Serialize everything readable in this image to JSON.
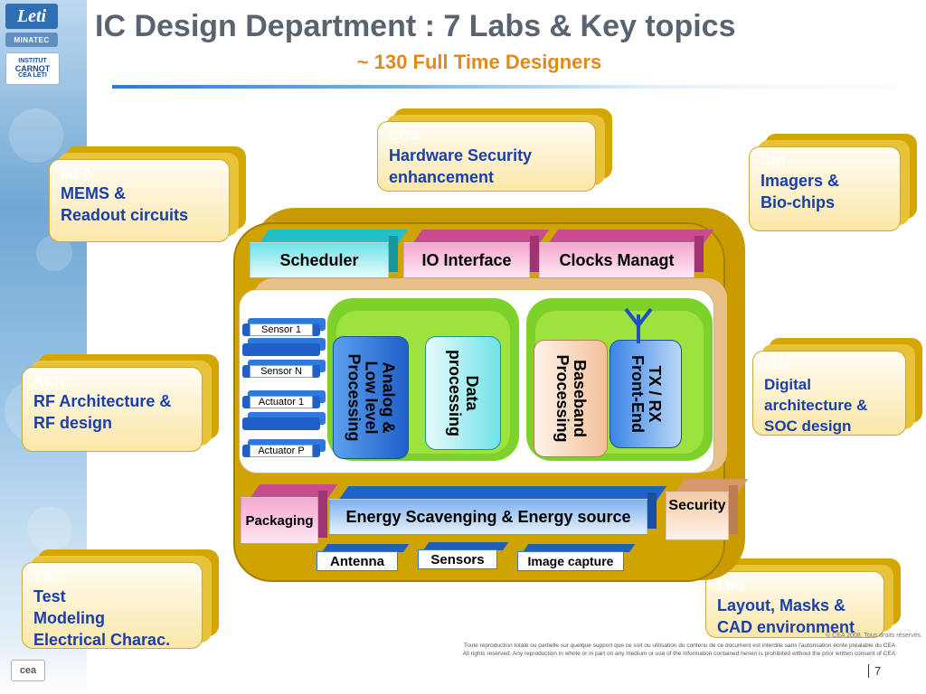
{
  "logos": {
    "leti": "Leti",
    "minatec": "MINATEC",
    "carnot_line1": "INSTITUT",
    "carnot_line2": "CARNOT",
    "carnot_line3": "CEA LETI",
    "cea": "cea"
  },
  "title": "IC Design Department : 7 Labs & Key topics",
  "subtitle": "~ 130 Full Time Designers",
  "labs": [
    {
      "code": "CCS",
      "desc": "Hardware Security\nenhancement"
    },
    {
      "code": "MEA",
      "desc": "MEMS &\nReadout circuits"
    },
    {
      "code": "CIB",
      "desc": "Imagers &\nBio-chips"
    },
    {
      "code": "ACR",
      "desc": "RF Architecture &\nRF design"
    },
    {
      "code": "IAN",
      "desc": "Digital\narchitecture &\nSOC design"
    },
    {
      "code": "TMC",
      "desc": "Test\nModeling\nElectrical Charac."
    },
    {
      "code": "LME",
      "desc": "Layout, Masks  &\nCAD environment"
    }
  ],
  "blocks": {
    "scheduler": "Scheduler",
    "io_interface": "IO Interface",
    "clocks": "Clocks Managt",
    "sensor1": "Sensor 1",
    "sensorN": "Sensor N",
    "actuator1": "Actuator 1",
    "actuatorP": "Actuator P",
    "analog": "Analog &\nLow level\nProcessing",
    "data_processing": "Data\nprocessing",
    "baseband": "Baseband\nProcessing",
    "txrx": "TX / RX\nFront-End",
    "packaging": "Packaging",
    "energy": "Energy Scavenging & Energy source",
    "security": "Security",
    "antenna": "Antenna",
    "sensors": "Sensors",
    "image_capture": "Image capture"
  },
  "footer": {
    "copyright": "© CEA 2008. Tous droits réservés.",
    "line1": "Toute reproduction totale ou partielle sur quelque support que ce soit ou utilisation du contenu de ce document est interdite sans l'autorisation écrite préalable du CEA",
    "line2": "All rights reserved. Any reproduction in whole or in part on any medium or use of the information contained herein is prohibited without the prior written consent of CEA",
    "page": "7"
  }
}
